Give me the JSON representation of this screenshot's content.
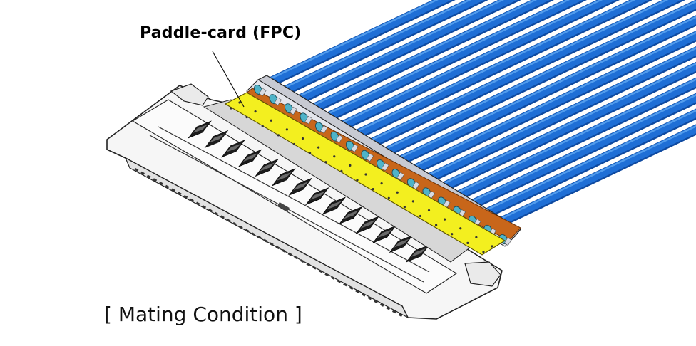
{
  "labels": {
    "part": "Paddle-card (FPC)",
    "caption": "[ Mating Condition ]"
  },
  "colors": {
    "cable_blue": "#1f6fd6",
    "cable_highlight": "#5fa8f2",
    "cable_shadow": "#0f4aa0",
    "pcb_yellow": "#f3ef1f",
    "pcb_edge_orange": "#c8661a",
    "housing_white": "#f6f6f6",
    "outline": "#222222",
    "shell_grey": "#c8cad2",
    "contact_teal": "#4fb3c8"
  },
  "diagram": {
    "cable_count": 17,
    "window_count": 14,
    "pad_count": 17
  }
}
